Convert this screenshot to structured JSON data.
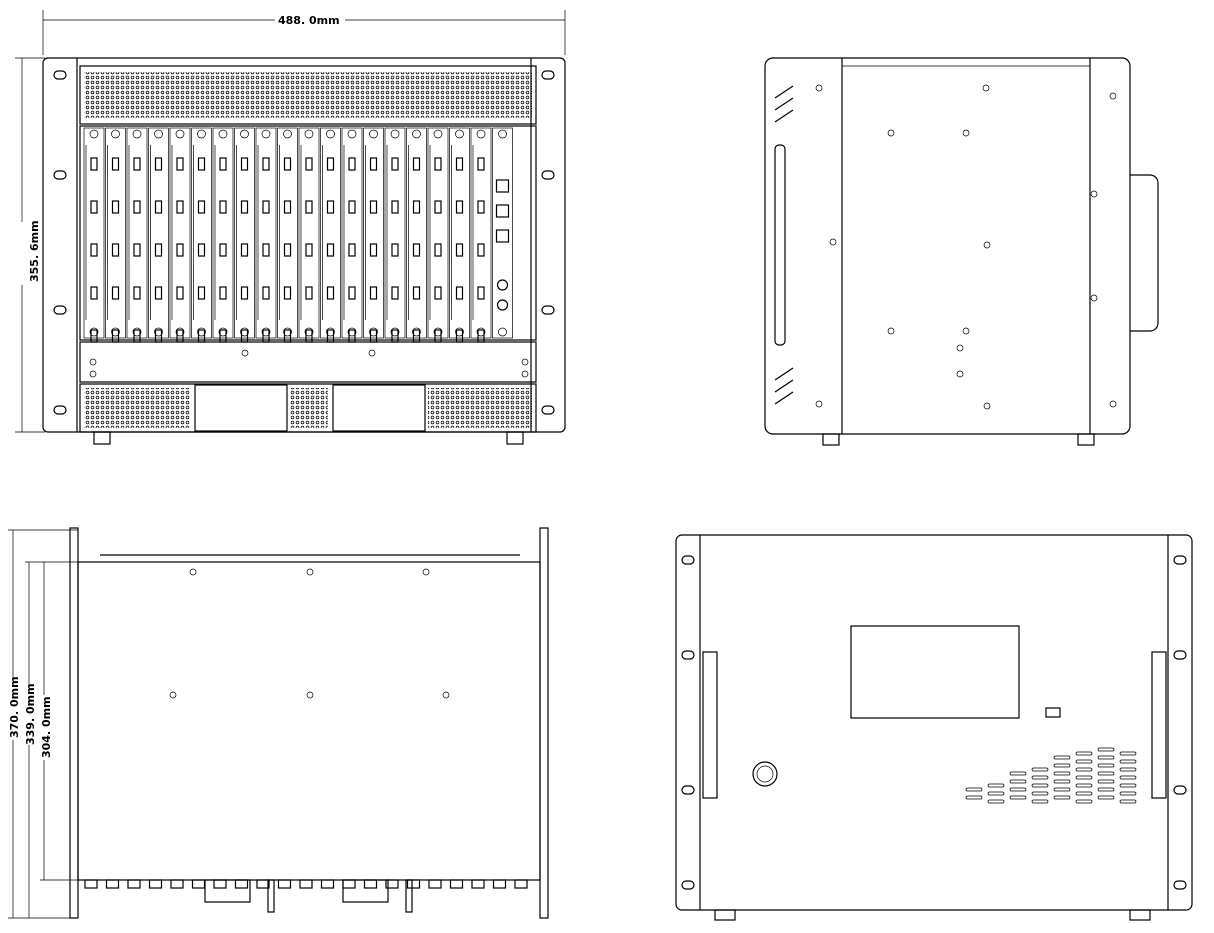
{
  "dimensions": {
    "width": "488. 0mm",
    "height": "355. 6mm",
    "depth_total": "370. 0mm",
    "depth_mid": "339. 0mm",
    "depth_body": "304. 0mm"
  }
}
